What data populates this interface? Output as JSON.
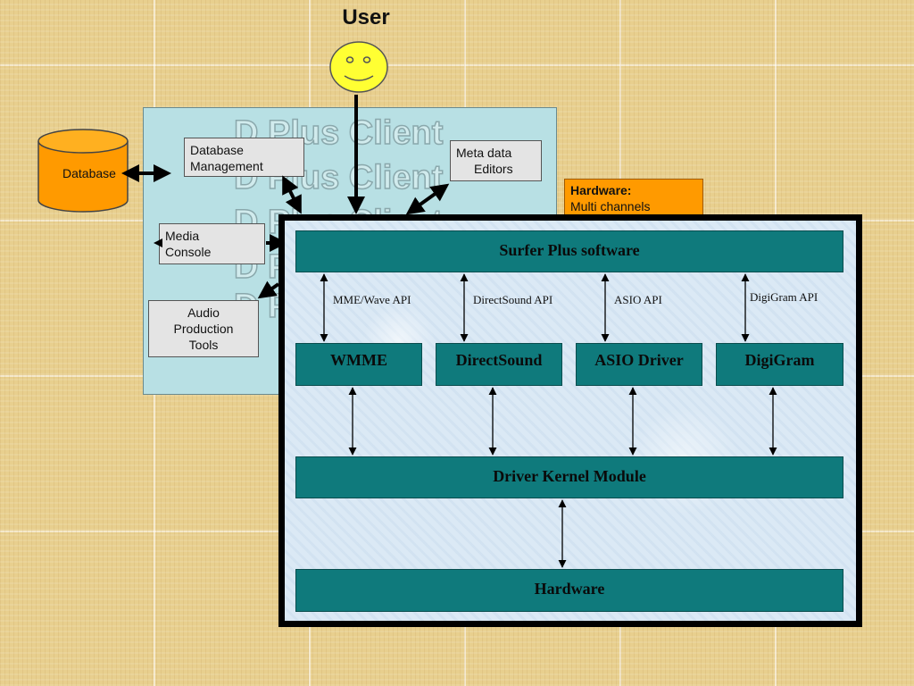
{
  "user": {
    "label": "User"
  },
  "client": {
    "watermark": "D Plus Client"
  },
  "database": {
    "label": "Database"
  },
  "boxes": {
    "db_mgmt": {
      "line1": "Database",
      "line2": "Management"
    },
    "meta": {
      "line1": "Meta data",
      "line2": "Editors"
    },
    "media": {
      "line1": "Media",
      "line2": "Console"
    },
    "audio": {
      "line1": "Audio",
      "line2": "Production",
      "line3": "Tools"
    }
  },
  "hardware_note": {
    "title": "Hardware:",
    "text": "Multi channels"
  },
  "surfer": {
    "label": "Surfer Plus software"
  },
  "apis": {
    "mme": "MME/Wave API",
    "directsound": "DirectSound API",
    "asio": "ASIO API",
    "digigram": "DigiGram API"
  },
  "drivers": {
    "wmme": "WMME",
    "directsound": "DirectSound",
    "asio": "ASIO Driver",
    "digigram": "DigiGram"
  },
  "kernel": {
    "label": "Driver Kernel Module"
  },
  "hardware": {
    "label": "Hardware"
  },
  "colors": {
    "teal": "#0f7a7c",
    "panel": "#b8e0e4",
    "orange": "#ff9a00",
    "smiley": "#ffff33"
  }
}
